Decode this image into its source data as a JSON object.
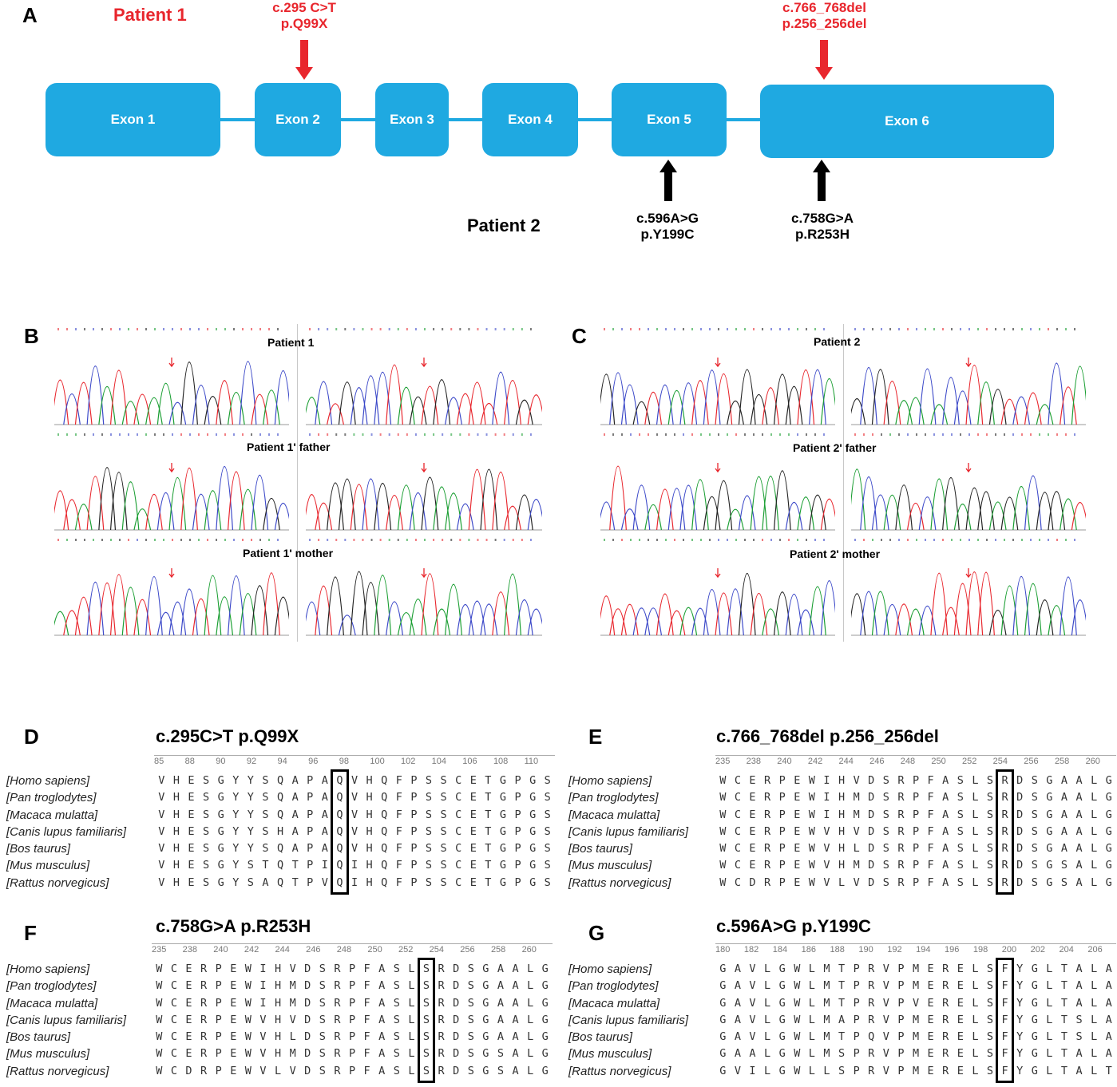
{
  "panelA": {
    "letter": "A",
    "patient1_label": "Patient 1",
    "patient2_label": "Patient 2",
    "exons": [
      "Exon 1",
      "Exon 2",
      "Exon 3",
      "Exon 4",
      "Exon 5",
      "Exon 6"
    ],
    "mutations_p1": [
      {
        "line1": "c.295 C>T",
        "line2": "p.Q99X"
      },
      {
        "line1": "c.766_768del",
        "line2": "p.256_256del"
      }
    ],
    "mutations_p2": [
      {
        "line1": "c.596A>G",
        "line2": "p.Y199C"
      },
      {
        "line1": "c.758G>A",
        "line2": "p.R253H"
      }
    ],
    "colors": {
      "exon": "#1fa9e1",
      "patient1": "#e8262d",
      "patient2": "#000000"
    }
  },
  "panelB": {
    "letter": "B",
    "rows": [
      "Patient 1",
      "Patient 1' father",
      "Patient 1' mother"
    ]
  },
  "panelC": {
    "letter": "C",
    "rows": [
      "Patient 2",
      "Patient 2' father",
      "Patient 2' mother"
    ]
  },
  "species": [
    "[Homo sapiens]",
    "[Pan troglodytes]",
    "[Macaca mulatta]",
    "[Canis lupus familiaris]",
    "[Bos taurus]",
    "[Mus musculus]",
    "[Rattus norvegicus]"
  ],
  "alignments": {
    "D": {
      "letter": "D",
      "title": "c.295C>T  p.Q99X",
      "ruler": [
        "85",
        "88",
        "90",
        "92",
        "94",
        "96",
        "98",
        "100",
        "102",
        "104",
        "106",
        "108",
        "110"
      ],
      "seqs": [
        "VHESGYYSQAPAQVHQFPSSCETGPGS",
        "VHESGYYSQAPAQVHQFPSSCETGPGS",
        "VHESGYYSQAPAQVHQFPSSCETGPGS",
        "VHESGYYSHAPAQVHQFPSSCETGPGS",
        "VHESGYYSQAPAQVHQFPSSCETGPGS",
        "VHESGYSTQTPIQIHQFPSSCETGPGS",
        "VHESGYSAQTPVQIHQFPSSCETGPGS"
      ]
    },
    "E": {
      "letter": "E",
      "title": "c.766_768del  p.256_256del",
      "ruler": [
        "235",
        "238",
        "240",
        "242",
        "244",
        "246",
        "248",
        "250",
        "252",
        "254",
        "256",
        "258",
        "260"
      ],
      "seqs": [
        "WCERPEWIHVDSRPFASLSRDSGAALG",
        "WCERPEWIHMDSRPFASLSRDSGAALG",
        "WCERPEWIHMDSRPFASLSRDSGAALG",
        "WCERPEWVHVDSRPFASLSRDSGAALG",
        "WCERPEWVHLDSRPFASLSRDSGAALG",
        "WCERPEWVHMDSRPFASLSRDSGSALG",
        "WCDRPEWVLVDSRPFASLSRDSGSALG"
      ]
    },
    "F": {
      "letter": "F",
      "title": "c.758G>A  p.R253H",
      "ruler": [
        "235",
        "238",
        "240",
        "242",
        "244",
        "246",
        "248",
        "250",
        "252",
        "254",
        "256",
        "258",
        "260"
      ],
      "seqs": [
        "WCERPEWIHVDSRPFASLSRDSGAALG",
        "WCERPEWIHMDSRPFASLSRDSGAALG",
        "WCERPEWIHMDSRPFASLSRDSGAALG",
        "WCERPEWVHVDSRPFASLSRDSGAALG",
        "WCERPEWVHLDSRPFASLSRDSGAALG",
        "WCERPEWVHMDSRPFASLSRDSGSALG",
        "WCDRPEWVLVDSRPFASLSRDSGSALG"
      ]
    },
    "G": {
      "letter": "G",
      "title": "c.596A>G  p.Y199C",
      "ruler": [
        "180",
        "182",
        "184",
        "186",
        "188",
        "190",
        "192",
        "194",
        "196",
        "198",
        "200",
        "202",
        "204",
        "206"
      ],
      "seqs": [
        "GAVLGWLMTPRVPMERELSFYGLTALA",
        "GAVLGWLMTPRVPMERELSFYGLTALA",
        "GAVLGWLMTPRVPVERELSFYGLTALA",
        "GAVLGWLMAPRVPMERELSFYGLTSLA",
        "GAVLGWLMTPQVPMERELSFYGLTSLA",
        "GAALGWLMSPRVPMERELSFYGLTALA",
        "GVILGWLLSPRVPMERELSFYGLTALT"
      ]
    }
  }
}
